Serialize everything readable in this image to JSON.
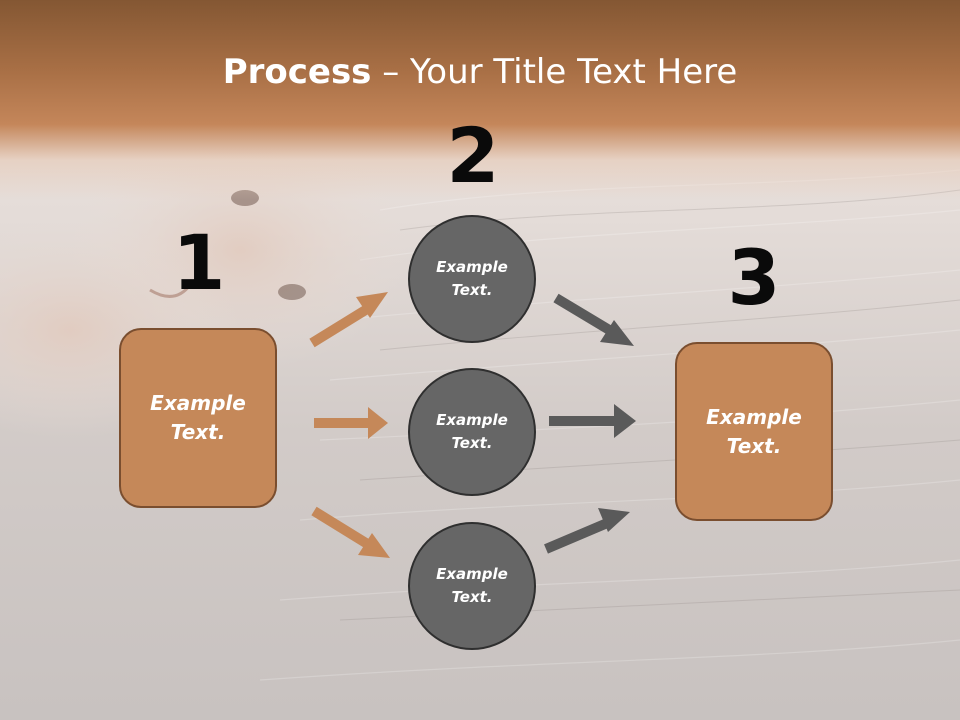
{
  "title": {
    "bold": "Process",
    "rest": " – Your Title Text Here"
  },
  "steps": [
    {
      "number": "1",
      "text_line1": "Example",
      "text_line2": "Text."
    },
    {
      "number": "2"
    },
    {
      "number": "3",
      "text_line1": "Example",
      "text_line2": "Text."
    }
  ],
  "circles": [
    {
      "text_line1": "Example",
      "text_line2": "Text."
    },
    {
      "text_line1": "Example",
      "text_line2": "Text."
    },
    {
      "text_line1": "Example",
      "text_line2": "Text."
    }
  ],
  "colors": {
    "accent_orange": "#c58859",
    "circle_gray": "#666666",
    "arrow_orange": "#c58859",
    "arrow_gray": "#5a5a5a",
    "title_band": "#a86f45"
  }
}
